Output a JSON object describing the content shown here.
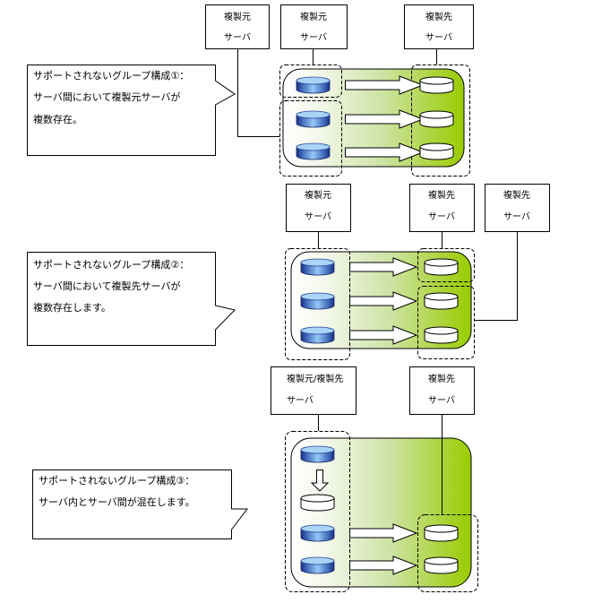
{
  "colors": {
    "green_start": "#ffffff",
    "green_end": "#99cc00",
    "disk_dark": "#1f3a8c",
    "disk_light": "#8fc1f5",
    "disk_top": "#a9d3f7",
    "outline": "#000000"
  },
  "diagrams": [
    {
      "servers": [
        {
          "line1": "複製元",
          "line2": "サーバ"
        },
        {
          "line1": "複製元",
          "line2": "サーバ"
        },
        {
          "line1": "複製先",
          "line2": "サーバ"
        }
      ],
      "callout": {
        "lines": [
          "サポートされないグループ構成①：",
          "サーバ間において複製元サーバが",
          "複数存在。"
        ]
      },
      "source_disks": 3,
      "target_disks": 3
    },
    {
      "servers": [
        {
          "line1": "複製元",
          "line2": "サーバ"
        },
        {
          "line1": "複製先",
          "line2": "サーバ"
        },
        {
          "line1": "複製先",
          "line2": "サーバ"
        }
      ],
      "callout": {
        "lines": [
          "サポートされないグループ構成②：",
          "サーバ間において複製先サーバが",
          "複数存在します。"
        ]
      },
      "source_disks": 3,
      "target_disks": 3
    },
    {
      "servers": [
        {
          "line1": "複製元/複製先",
          "line2": "サーバ"
        },
        {
          "line1": "複製先",
          "line2": "サーバ"
        }
      ],
      "callout": {
        "lines": [
          "サポートされないグループ構成③：",
          "サーバ内とサーバ間が混在します。"
        ]
      },
      "source_disks": 3,
      "local_target_disks": 1,
      "target_disks": 2
    }
  ]
}
